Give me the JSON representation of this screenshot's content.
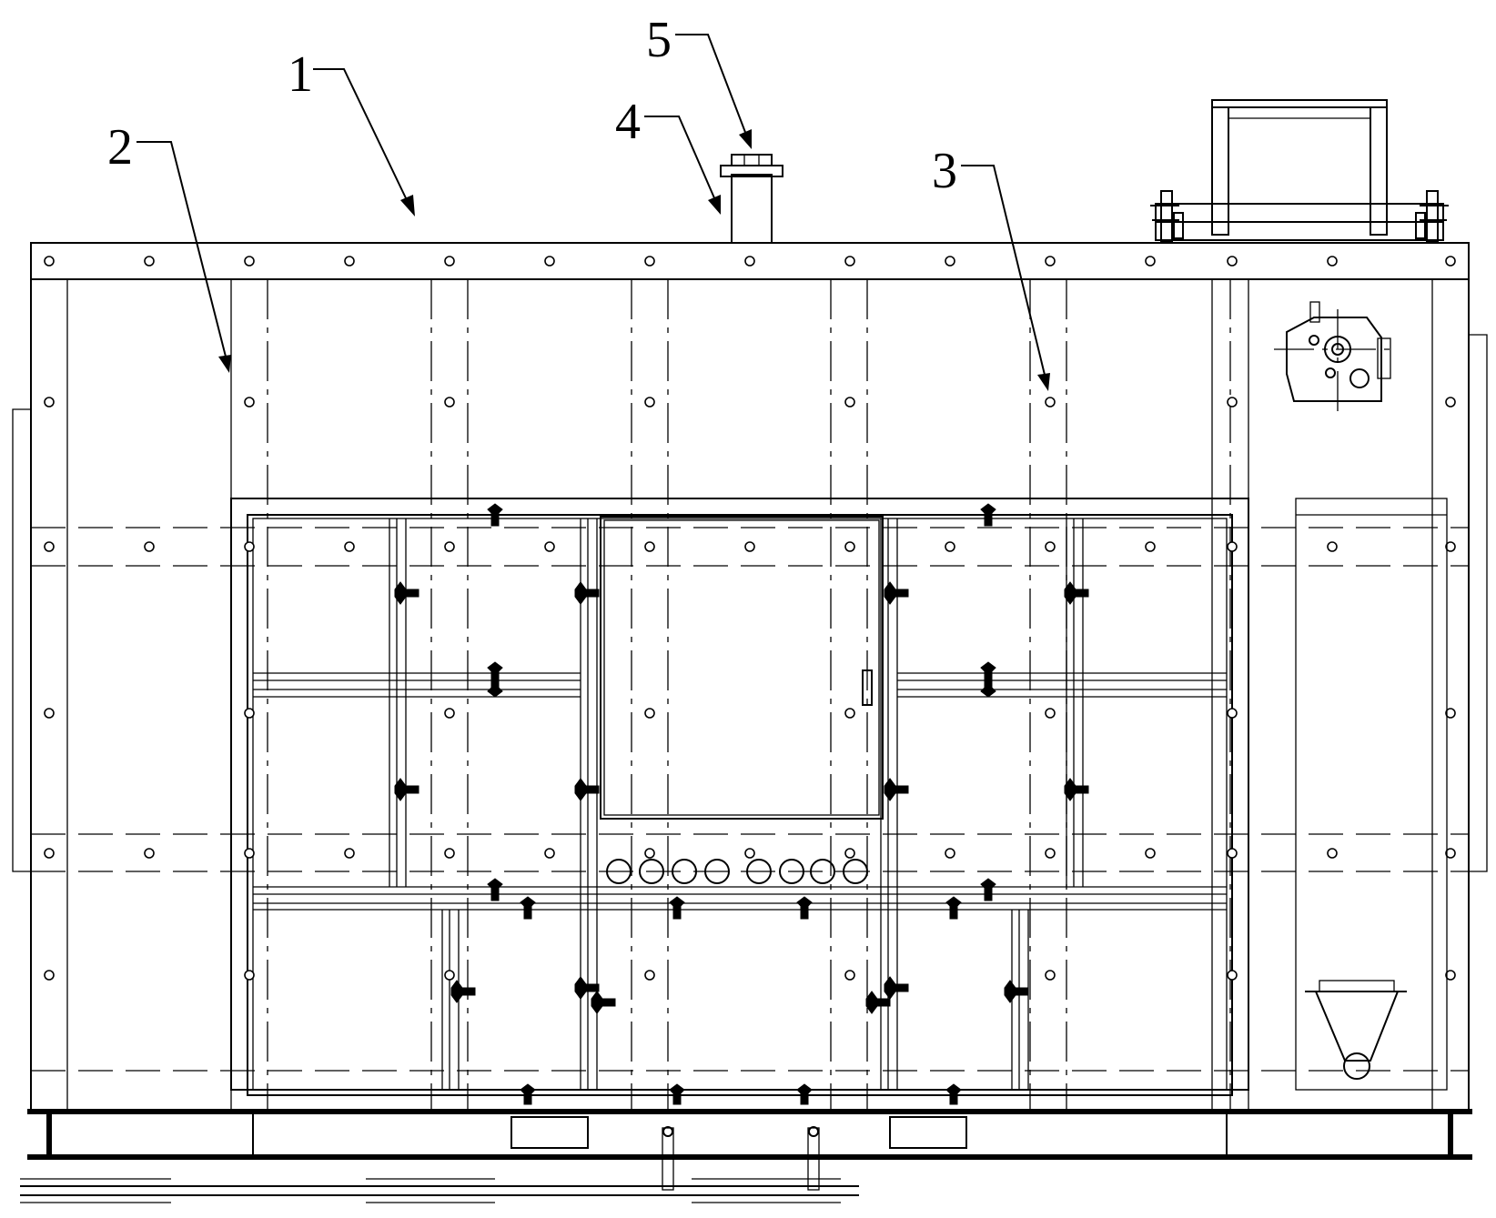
{
  "drawing": {
    "callouts": [
      {
        "id": "1",
        "label": "1"
      },
      {
        "id": "2",
        "label": "2"
      },
      {
        "id": "3",
        "label": "3"
      },
      {
        "id": "4",
        "label": "4"
      },
      {
        "id": "5",
        "label": "5"
      }
    ]
  },
  "style": {
    "line_color": "#000000",
    "background": "#ffffff"
  }
}
